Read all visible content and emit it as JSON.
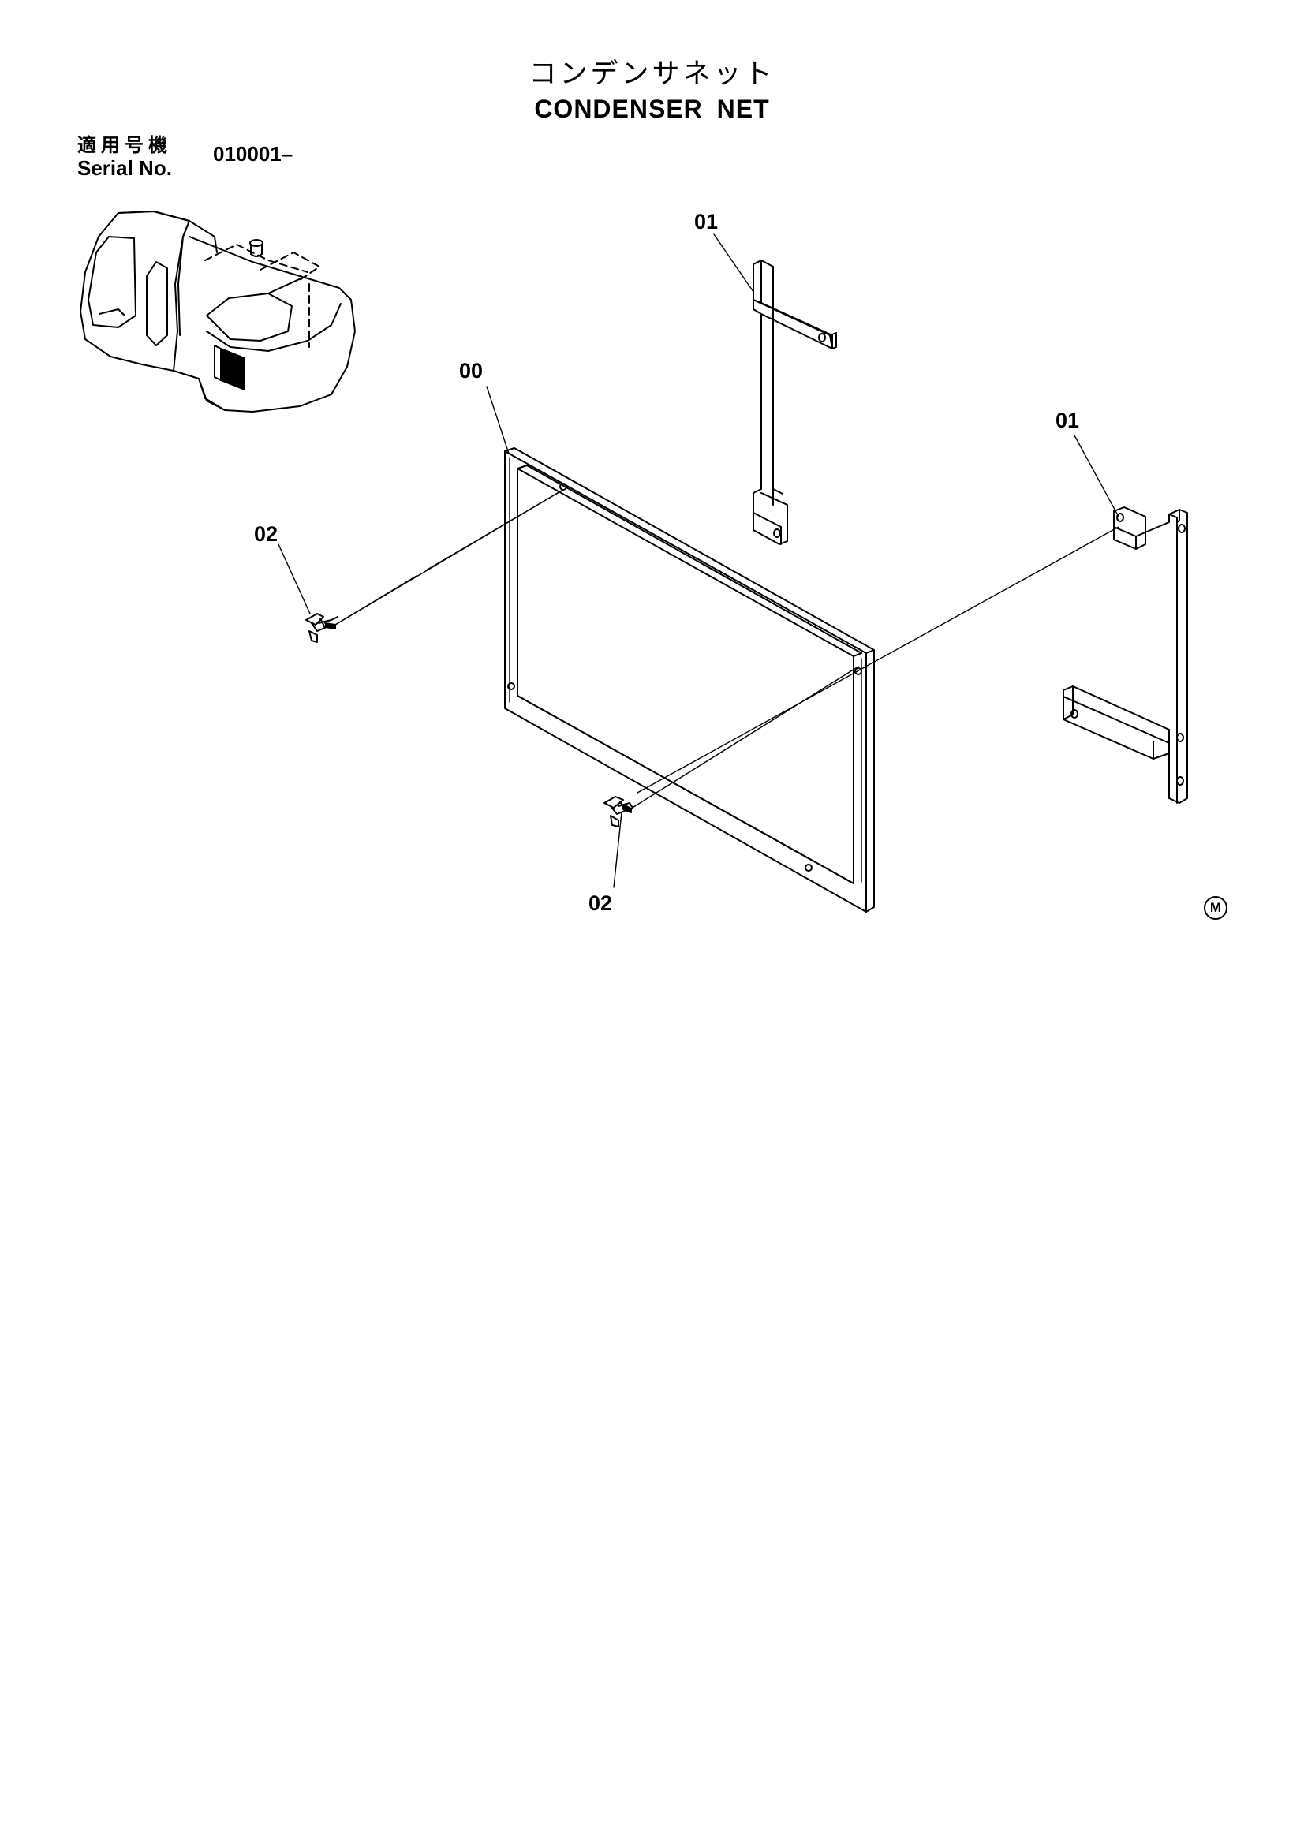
{
  "header": {
    "title_jp": "コンデンサネット",
    "title_en": "CONDENSER NET"
  },
  "serial": {
    "label_jp": "適用号機",
    "label_en": "Serial No.",
    "value": "010001–"
  },
  "callouts": {
    "bracket_top": "01",
    "bracket_right": "01",
    "net": "00",
    "wing_bolt_left": "02",
    "wing_bolt_bottom": "02"
  },
  "mark": "M"
}
